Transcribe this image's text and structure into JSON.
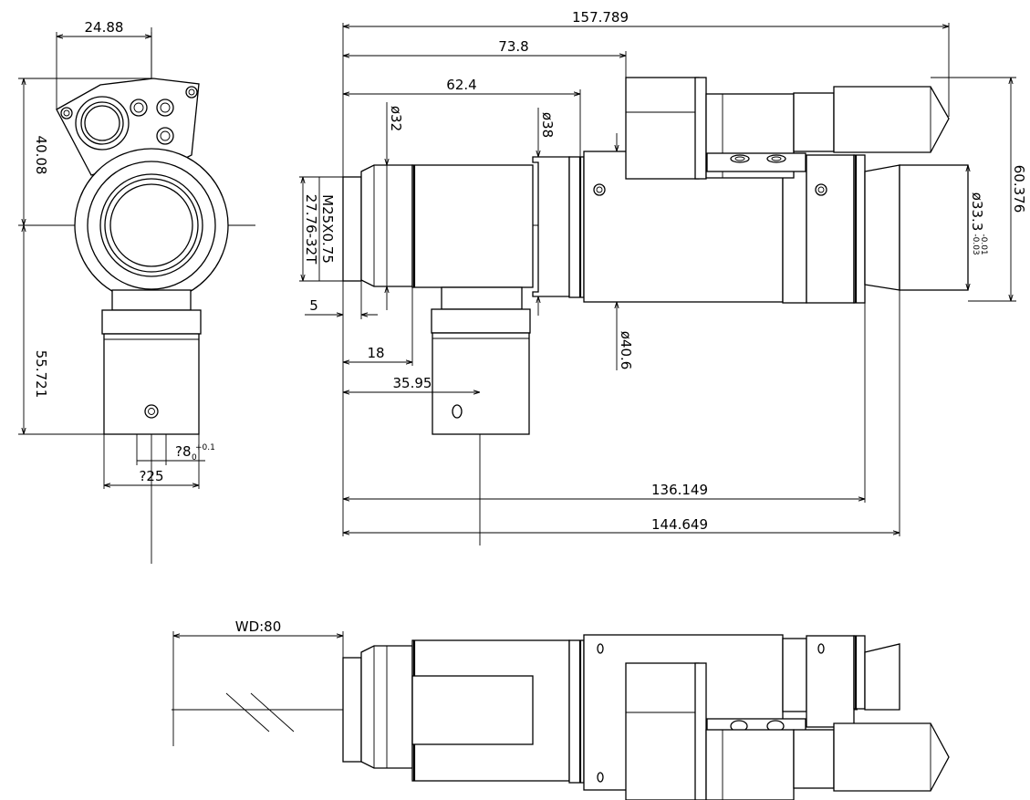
{
  "dimensions": {
    "overall_length": "157.789",
    "len_73_8": "73.8",
    "len_62_4": "62.4",
    "dia_32": "ø32",
    "dia_38": "ø38",
    "thread": "M25X0.75",
    "thread_depth": "27.76-32T",
    "len_5": "5",
    "len_18": "18",
    "len_35_95": "35.95",
    "dia_40_6": "ø40.6",
    "len_136_149": "136.149",
    "len_144_649": "144.649",
    "height_60_376": "60.376",
    "dia_33_3": "ø33.3",
    "dia_33_3_tol_upper": "-0.01",
    "dia_33_3_tol_lower": "-0.03",
    "width_24_88": "24.88",
    "height_40_08": "40.08",
    "height_55_721": "55.721",
    "dia_8": "?8",
    "dia_8_tol_upper": "+0.1",
    "dia_8_tol_lower": "0",
    "dia_25": "?25",
    "working_distance": "WD:80"
  }
}
